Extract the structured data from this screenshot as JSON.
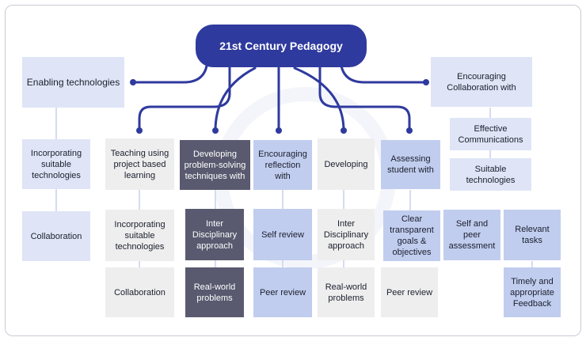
{
  "title": "21st Century Pedagogy",
  "columns": {
    "enabling": {
      "header": "Enabling technologies",
      "items": [
        "Incorporating suitable technologies",
        "Collaboration"
      ]
    },
    "teaching": {
      "header": "Teaching using project based learning",
      "items": [
        "Incorporating suitable technologies",
        "Collaboration"
      ]
    },
    "problem_solving": {
      "header": "Developing problem-solving techniques with",
      "items": [
        "Inter Disciplinary approach",
        "Real-world problems"
      ]
    },
    "reflection": {
      "header": "Encouraging reflection with",
      "items": [
        "Self review",
        "Peer review"
      ]
    },
    "developing": {
      "header": "Developing",
      "items": [
        "Inter Disciplinary approach",
        "Real-world problems"
      ]
    },
    "assessing": {
      "header": "Assessing student with",
      "items": [
        "Clear transparent goals & objectives",
        "Peer review"
      ],
      "side_items": [
        "Self and peer assessment",
        "Relevant tasks",
        "Timely and appropriate Feedback"
      ]
    },
    "collaboration": {
      "header": "Encouraging Collaboration with",
      "items": [
        "Effective Communications",
        "Suitable technologies"
      ]
    }
  },
  "colors": {
    "title": "#2f3a9e",
    "connector": "#2f3a9e",
    "light_blue": "#dfe5f6",
    "blue": "#c1cdee",
    "grey": "#eeeeee",
    "dark": "#595a6f"
  }
}
